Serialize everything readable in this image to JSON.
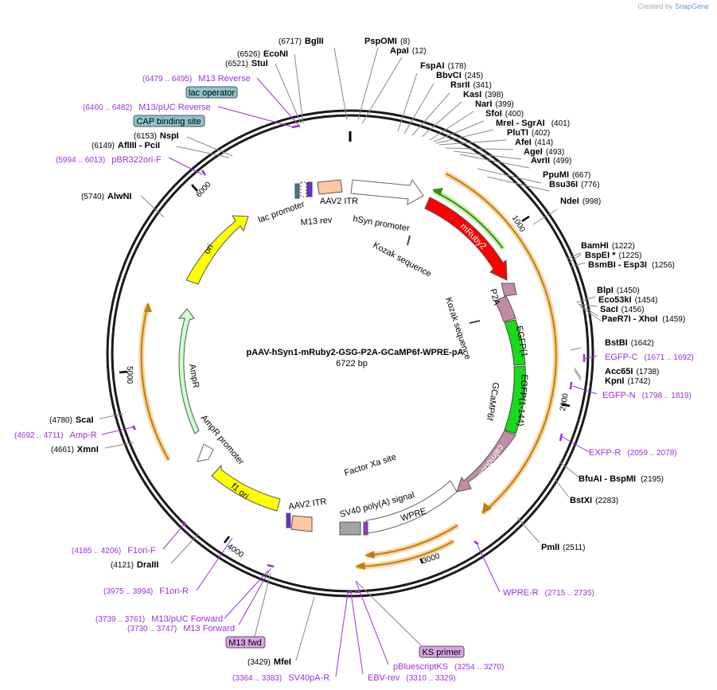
{
  "brand": {
    "created_by": "Created by",
    "name": "SnapGene"
  },
  "plasmid": {
    "name": "pAAV-hSyn1-mRuby2-GSG-P2A-GCaMP6f-WPRE-pA",
    "size_label": "6722 bp",
    "length": 6722
  },
  "colors": {
    "ring": "#1a1a1a",
    "restriction_line": "#777777",
    "primer": "#9b30d9",
    "mruby2": "#ff0000",
    "egfp": "#1adb1a",
    "calmodulin": "#c28ca8",
    "ori": "#ffff00",
    "ampr": "#ccffcc",
    "itr": "#ffc8a0",
    "lac_operator": "#8cc4cc",
    "orf_arrow": "#c07d10"
  },
  "ticks": [
    "1000",
    "2000",
    "3000",
    "4000",
    "5000",
    "6000"
  ],
  "sites": [
    {
      "pos": "(6717)",
      "name": "BglII"
    },
    {
      "name": "PspOMI",
      "pos": "(8)"
    },
    {
      "name": "ApaI",
      "pos": "(12)"
    },
    {
      "name": "FspAI",
      "pos": "(178)"
    },
    {
      "name": "BbvCI",
      "pos": "(245)"
    },
    {
      "name": "RsrII",
      "pos": "(341)"
    },
    {
      "name": "KasI",
      "pos": "(398)"
    },
    {
      "name": "NarI",
      "pos": "(399)"
    },
    {
      "name": "SfoI",
      "pos": "(400)"
    },
    {
      "name": "MreI",
      "name2": "SgrAI",
      "pos": "(401)"
    },
    {
      "name": "PluTI",
      "pos": "(402)"
    },
    {
      "name": "AfeI",
      "pos": "(414)"
    },
    {
      "name": "AgeI",
      "pos": "(493)"
    },
    {
      "name": "AvrII",
      "pos": "(499)"
    },
    {
      "name": "PpuMI",
      "pos": "(667)"
    },
    {
      "name": "Bsu36I",
      "pos": "(776)"
    },
    {
      "name": "NdeI",
      "pos": "(998)"
    },
    {
      "name": "BamHI",
      "pos": "(1222)"
    },
    {
      "name": "BspEI",
      "star": "*",
      "pos": "(1225)"
    },
    {
      "name": "BsmBI",
      "name2": "Esp3I",
      "pos": "(1256)"
    },
    {
      "name": "BlpI",
      "pos": "(1450)"
    },
    {
      "name": "Eco53kI",
      "pos": "(1454)"
    },
    {
      "name": "SacI",
      "pos": "(1456)"
    },
    {
      "name": "PaeR7I",
      "name2": "XhoI",
      "pos": "(1459)"
    },
    {
      "name": "BstBI",
      "pos": "(1642)"
    },
    {
      "name": "Acc65I",
      "pos": "(1738)"
    },
    {
      "name": "KpnI",
      "pos": "(1742)"
    },
    {
      "name": "BfuAI",
      "name2": "BspMI",
      "pos": "(2195)"
    },
    {
      "name": "BstXI",
      "pos": "(2283)"
    },
    {
      "name": "PmlI",
      "pos": "(2511)"
    },
    {
      "pos": "(3429)",
      "name": "MfeI"
    },
    {
      "pos": "(4121)",
      "name": "DraIII"
    },
    {
      "pos": "(4661)",
      "name": "XmnI"
    },
    {
      "pos": "(4780)",
      "name": "ScaI"
    },
    {
      "pos": "(5740)",
      "name": "AlwNI"
    },
    {
      "pos": "(6149)",
      "name": "AflIII",
      "name2": "PciI"
    },
    {
      "pos": "(6153)",
      "name": "NspI"
    },
    {
      "pos": "(6521)",
      "name": "StuI"
    },
    {
      "pos": "(6526)",
      "name": "EcoNI"
    }
  ],
  "primers": [
    {
      "name": "EGFP-C",
      "pos": "(1671 .. 1692)"
    },
    {
      "name": "EGFP-N",
      "pos": "(1798 .. 1819)"
    },
    {
      "name": "EXFP-R",
      "pos": "(2059 .. 2078)"
    },
    {
      "name": "WPRE-R",
      "pos": "(2715 .. 2735)"
    },
    {
      "name": "pBluescriptKS",
      "pos": "(3254 .. 3270)"
    },
    {
      "name": "EBV-rev",
      "pos": "(3310 .. 3329)"
    },
    {
      "name": "SV40pA-R",
      "pos": "(3364 .. 3383)"
    },
    {
      "name": "M13 Forward",
      "pos": "(3730 .. 3747)"
    },
    {
      "name": "M13/pUC Forward",
      "pos": "(3739 .. 3761)"
    },
    {
      "name": "F1ori-R",
      "pos": "(3975 .. 3994)"
    },
    {
      "name": "F1ori-F",
      "pos": "(4185 .. 4206)"
    },
    {
      "name": "Amp-R",
      "pos": "(4692 .. 4711)"
    },
    {
      "name": "pBR322ori-F",
      "pos": "(5994 .. 6013)"
    },
    {
      "name": "M13/pUC Reverse",
      "pos": "(6460 .. 6482)"
    },
    {
      "name": "M13 Reverse",
      "pos": "(6479 .. 6495)"
    }
  ],
  "boxes": {
    "lac_operator": "lac operator",
    "cap_site": "CAP binding site",
    "m13_fwd": "M13 fwd",
    "ks_primer": "KS primer"
  },
  "features": {
    "mruby2": "mRuby2",
    "p2a": "P2A",
    "egfp1": "EGFP(1",
    "egfp2": "EGFP(1-144)",
    "gcamp6f": "GCaMP6f",
    "calmodulin": "calmodulin",
    "wpre": "WPRE",
    "sv40": "SV40 poly(A) signal",
    "factor_xa": "Factor Xa site",
    "kozak1": "Kozak sequence",
    "kozak2": "Kozak sequence",
    "hsyn": "hSyn promoter",
    "itr1": "AAV2 ITR",
    "itr2": "AAV2 ITR",
    "m13rev": "M13 rev",
    "lac_promoter": "lac promoter",
    "ori": "ori",
    "ampr": "AmpR",
    "ampr_promoter": "AmpR promoter",
    "f1ori": "f1 ori"
  }
}
